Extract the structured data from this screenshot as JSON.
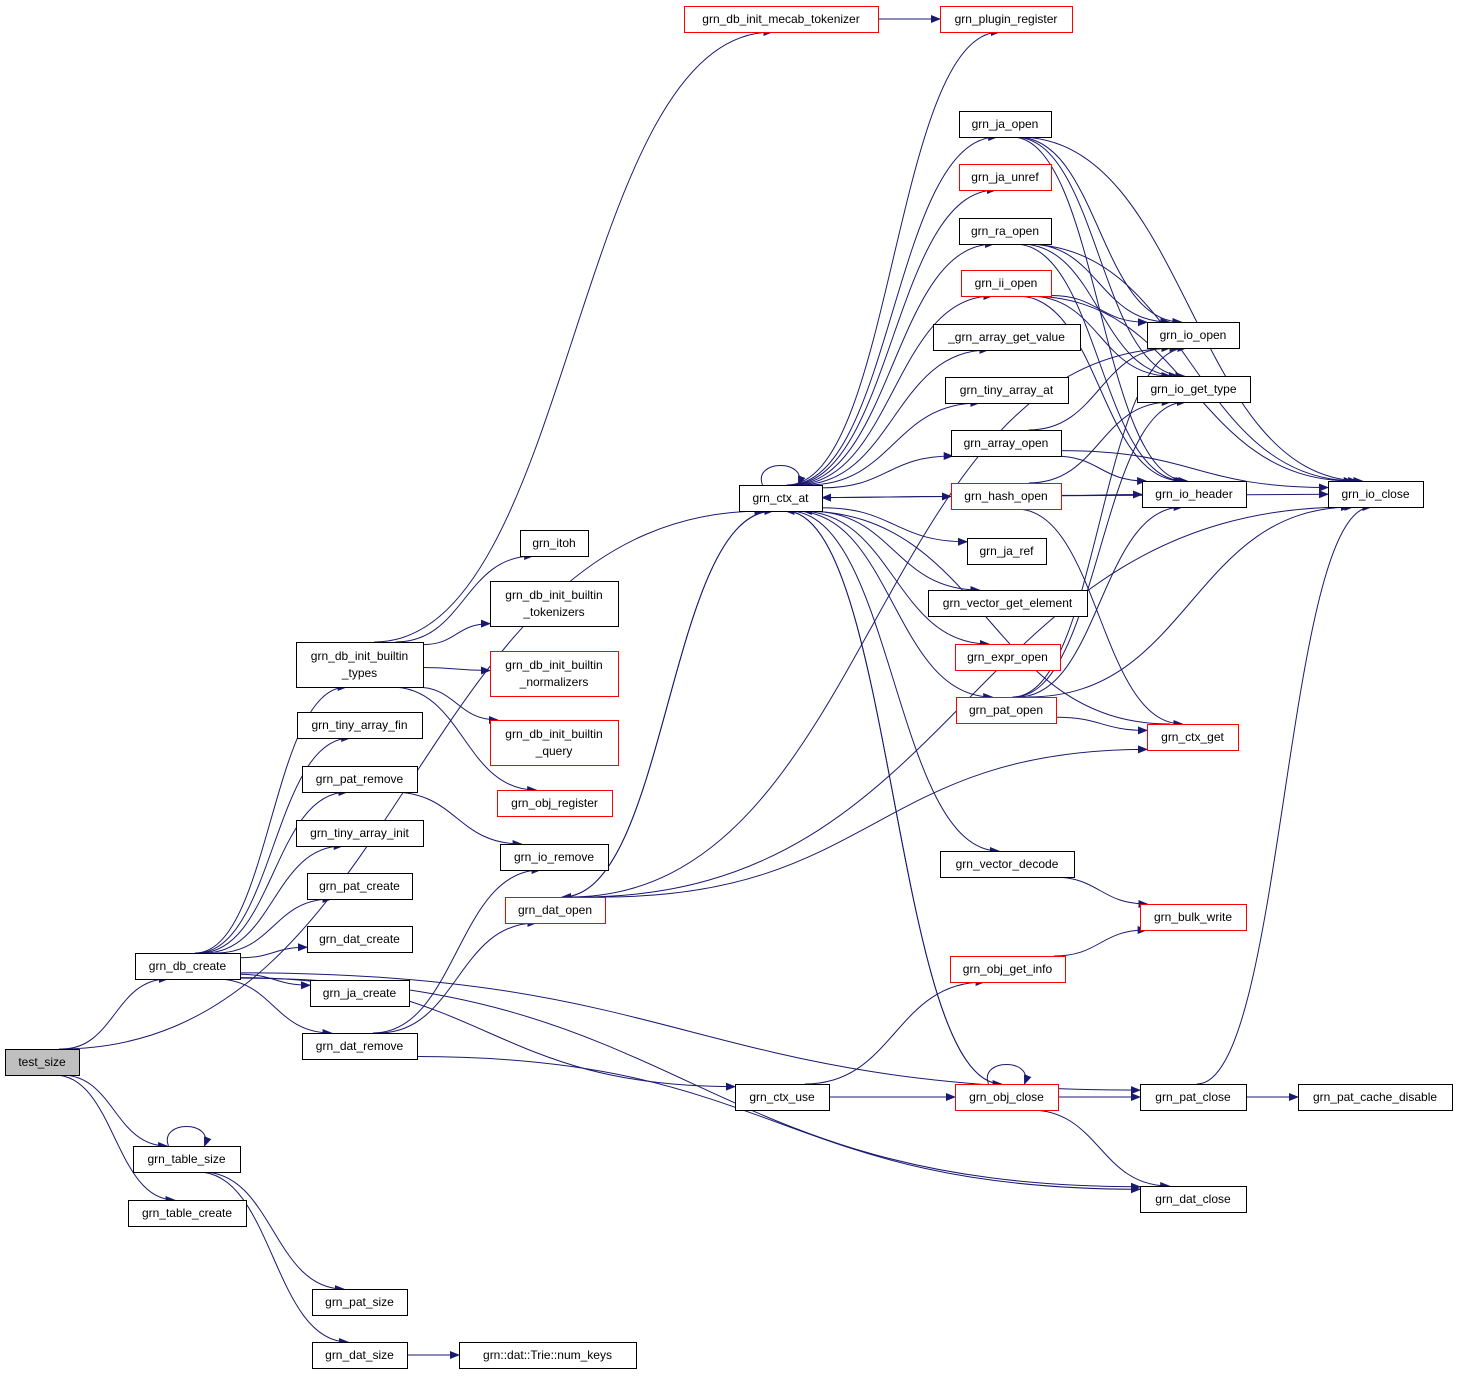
{
  "colors": {
    "edge": "#191970",
    "node_fill": "#ffffff",
    "node_border": "#000000",
    "node_border_undocumented": "#ff0000",
    "root_fill": "#bfbfbf"
  },
  "nodes": [
    {
      "id": "test_size",
      "lines": [
        "test_size"
      ],
      "style": "root"
    },
    {
      "id": "grn_db_create",
      "lines": [
        "grn_db_create"
      ],
      "style": "normal"
    },
    {
      "id": "grn_table_size",
      "lines": [
        "grn_table_size"
      ],
      "style": "normal"
    },
    {
      "id": "grn_table_create",
      "lines": [
        "grn_table_create"
      ],
      "style": "normal"
    },
    {
      "id": "grn_db_init_builtin_types",
      "lines": [
        "grn_db_init_builtin",
        "_types"
      ],
      "style": "normal"
    },
    {
      "id": "grn_tiny_array_fin",
      "lines": [
        "grn_tiny_array_fin"
      ],
      "style": "normal"
    },
    {
      "id": "grn_pat_remove",
      "lines": [
        "grn_pat_remove"
      ],
      "style": "normal"
    },
    {
      "id": "grn_tiny_array_init",
      "lines": [
        "grn_tiny_array_init"
      ],
      "style": "normal"
    },
    {
      "id": "grn_pat_create",
      "lines": [
        "grn_pat_create"
      ],
      "style": "normal"
    },
    {
      "id": "grn_dat_create",
      "lines": [
        "grn_dat_create"
      ],
      "style": "normal"
    },
    {
      "id": "grn_ja_create",
      "lines": [
        "grn_ja_create"
      ],
      "style": "normal"
    },
    {
      "id": "grn_dat_remove",
      "lines": [
        "grn_dat_remove"
      ],
      "style": "normal"
    },
    {
      "id": "grn_pat_size",
      "lines": [
        "grn_pat_size"
      ],
      "style": "normal"
    },
    {
      "id": "grn_dat_size",
      "lines": [
        "grn_dat_size"
      ],
      "style": "normal"
    },
    {
      "id": "grn_itoh",
      "lines": [
        "grn_itoh"
      ],
      "style": "normal"
    },
    {
      "id": "grn_db_init_builtin_tokenizers",
      "lines": [
        "grn_db_init_builtin",
        "_tokenizers"
      ],
      "style": "normal"
    },
    {
      "id": "grn_db_init_builtin_normalizers",
      "lines": [
        "grn_db_init_builtin",
        "_normalizers"
      ],
      "style": "red"
    },
    {
      "id": "grn_db_init_builtin_query",
      "lines": [
        "grn_db_init_builtin",
        "_query"
      ],
      "style": "red"
    },
    {
      "id": "grn_obj_register",
      "lines": [
        "grn_obj_register"
      ],
      "style": "red"
    },
    {
      "id": "grn_io_remove",
      "lines": [
        "grn_io_remove"
      ],
      "style": "normal"
    },
    {
      "id": "grn_dat_open",
      "lines": [
        "grn_dat_open"
      ],
      "style": "red"
    },
    {
      "id": "grn_db_init_mecab_tokenizer",
      "lines": [
        "grn_db_init_mecab_tokenizer"
      ],
      "style": "red"
    },
    {
      "id": "grn_plugin_register",
      "lines": [
        "grn_plugin_register"
      ],
      "style": "red"
    },
    {
      "id": "grn_ctx_at",
      "lines": [
        "grn_ctx_at"
      ],
      "style": "normal"
    },
    {
      "id": "grn_ja_open",
      "lines": [
        "grn_ja_open"
      ],
      "style": "normal"
    },
    {
      "id": "grn_ja_unref",
      "lines": [
        "grn_ja_unref"
      ],
      "style": "red"
    },
    {
      "id": "grn_ra_open",
      "lines": [
        "grn_ra_open"
      ],
      "style": "normal"
    },
    {
      "id": "grn_ii_open",
      "lines": [
        "grn_ii_open"
      ],
      "style": "red"
    },
    {
      "id": "_grn_array_get_value",
      "lines": [
        "_grn_array_get_value"
      ],
      "style": "normal"
    },
    {
      "id": "grn_tiny_array_at",
      "lines": [
        "grn_tiny_array_at"
      ],
      "style": "normal"
    },
    {
      "id": "grn_array_open",
      "lines": [
        "grn_array_open"
      ],
      "style": "normal"
    },
    {
      "id": "grn_hash_open",
      "lines": [
        "grn_hash_open"
      ],
      "style": "red"
    },
    {
      "id": "grn_ja_ref",
      "lines": [
        "grn_ja_ref"
      ],
      "style": "normal"
    },
    {
      "id": "grn_vector_get_element",
      "lines": [
        "grn_vector_get_element"
      ],
      "style": "normal"
    },
    {
      "id": "grn_expr_open",
      "lines": [
        "grn_expr_open"
      ],
      "style": "red"
    },
    {
      "id": "grn_pat_open",
      "lines": [
        "grn_pat_open"
      ],
      "style": "red"
    },
    {
      "id": "grn_vector_decode",
      "lines": [
        "grn_vector_decode"
      ],
      "style": "normal"
    },
    {
      "id": "grn_obj_get_info",
      "lines": [
        "grn_obj_get_info"
      ],
      "style": "red"
    },
    {
      "id": "grn_ctx_use",
      "lines": [
        "grn_ctx_use"
      ],
      "style": "normal"
    },
    {
      "id": "grn_obj_close",
      "lines": [
        "grn_obj_close"
      ],
      "style": "red"
    },
    {
      "id": "grn_io_open",
      "lines": [
        "grn_io_open"
      ],
      "style": "normal"
    },
    {
      "id": "grn_io_get_type",
      "lines": [
        "grn_io_get_type"
      ],
      "style": "normal"
    },
    {
      "id": "grn_io_header",
      "lines": [
        "grn_io_header"
      ],
      "style": "normal"
    },
    {
      "id": "grn_ctx_get",
      "lines": [
        "grn_ctx_get"
      ],
      "style": "red"
    },
    {
      "id": "grn_bulk_write",
      "lines": [
        "grn_bulk_write"
      ],
      "style": "red"
    },
    {
      "id": "grn_pat_close",
      "lines": [
        "grn_pat_close"
      ],
      "style": "normal"
    },
    {
      "id": "grn_dat_close",
      "lines": [
        "grn_dat_close"
      ],
      "style": "normal"
    },
    {
      "id": "grn_io_close",
      "lines": [
        "grn_io_close"
      ],
      "style": "normal"
    },
    {
      "id": "grn_pat_cache_disable",
      "lines": [
        "grn_pat_cache_disable"
      ],
      "style": "normal"
    },
    {
      "id": "grn_dat_trie_num_keys",
      "lines": [
        "grn::dat::Trie::num_keys"
      ],
      "style": "normal"
    }
  ],
  "edges": [
    [
      "test_size",
      "grn_db_create"
    ],
    [
      "test_size",
      "grn_table_size"
    ],
    [
      "test_size",
      "grn_table_create"
    ],
    [
      "test_size",
      "grn_ctx_at"
    ],
    [
      "grn_db_create",
      "grn_db_init_builtin_types"
    ],
    [
      "grn_db_create",
      "grn_tiny_array_fin"
    ],
    [
      "grn_db_create",
      "grn_pat_remove"
    ],
    [
      "grn_db_create",
      "grn_tiny_array_init"
    ],
    [
      "grn_db_create",
      "grn_pat_create"
    ],
    [
      "grn_db_create",
      "grn_dat_create"
    ],
    [
      "grn_db_create",
      "grn_ja_create"
    ],
    [
      "grn_db_create",
      "grn_dat_remove"
    ],
    [
      "grn_db_create",
      "grn_ctx_use"
    ],
    [
      "grn_db_create",
      "grn_pat_close"
    ],
    [
      "grn_db_create",
      "grn_dat_close"
    ],
    [
      "grn_table_size",
      "grn_table_size"
    ],
    [
      "grn_table_size",
      "grn_pat_size"
    ],
    [
      "grn_table_size",
      "grn_dat_size"
    ],
    [
      "grn_dat_size",
      "grn_dat_trie_num_keys"
    ],
    [
      "grn_db_init_builtin_types",
      "grn_itoh"
    ],
    [
      "grn_db_init_builtin_types",
      "grn_db_init_builtin_tokenizers"
    ],
    [
      "grn_db_init_builtin_types",
      "grn_db_init_builtin_normalizers"
    ],
    [
      "grn_db_init_builtin_types",
      "grn_db_init_builtin_query"
    ],
    [
      "grn_db_init_builtin_types",
      "grn_obj_register"
    ],
    [
      "grn_db_init_builtin_types",
      "grn_db_init_mecab_tokenizer"
    ],
    [
      "grn_db_init_mecab_tokenizer",
      "grn_plugin_register"
    ],
    [
      "grn_pat_remove",
      "grn_io_remove"
    ],
    [
      "grn_dat_remove",
      "grn_io_remove"
    ],
    [
      "grn_dat_remove",
      "grn_dat_open"
    ],
    [
      "grn_dat_remove",
      "grn_dat_close"
    ],
    [
      "grn_dat_open",
      "grn_ctx_at"
    ],
    [
      "grn_dat_open",
      "grn_io_open"
    ],
    [
      "grn_dat_open",
      "grn_ctx_get"
    ],
    [
      "grn_dat_open",
      "grn_io_close"
    ],
    [
      "grn_ctx_at",
      "grn_dat_open"
    ],
    [
      "grn_ctx_at",
      "grn_ctx_at"
    ],
    [
      "grn_ctx_at",
      "grn_plugin_register"
    ],
    [
      "grn_ctx_at",
      "grn_ja_open"
    ],
    [
      "grn_ctx_at",
      "grn_ja_unref"
    ],
    [
      "grn_ctx_at",
      "grn_ra_open"
    ],
    [
      "grn_ctx_at",
      "grn_ii_open"
    ],
    [
      "grn_ctx_at",
      "_grn_array_get_value"
    ],
    [
      "grn_ctx_at",
      "grn_tiny_array_at"
    ],
    [
      "grn_ctx_at",
      "grn_array_open"
    ],
    [
      "grn_ctx_at",
      "grn_hash_open"
    ],
    [
      "grn_ctx_at",
      "grn_ja_ref"
    ],
    [
      "grn_ctx_at",
      "grn_vector_get_element"
    ],
    [
      "grn_ctx_at",
      "grn_expr_open"
    ],
    [
      "grn_ctx_at",
      "grn_pat_open"
    ],
    [
      "grn_ctx_at",
      "grn_vector_decode"
    ],
    [
      "grn_ctx_at",
      "grn_obj_close"
    ],
    [
      "grn_ja_open",
      "grn_io_open"
    ],
    [
      "grn_ja_open",
      "grn_io_get_type"
    ],
    [
      "grn_ja_open",
      "grn_io_header"
    ],
    [
      "grn_ja_open",
      "grn_io_close"
    ],
    [
      "grn_ra_open",
      "grn_io_open"
    ],
    [
      "grn_ra_open",
      "grn_io_get_type"
    ],
    [
      "grn_ra_open",
      "grn_io_header"
    ],
    [
      "grn_ra_open",
      "grn_io_close"
    ],
    [
      "grn_ii_open",
      "grn_io_open"
    ],
    [
      "grn_ii_open",
      "grn_io_get_type"
    ],
    [
      "grn_ii_open",
      "grn_io_header"
    ],
    [
      "grn_ii_open",
      "grn_io_close"
    ],
    [
      "grn_array_open",
      "grn_io_open"
    ],
    [
      "grn_array_open",
      "grn_io_header"
    ],
    [
      "grn_array_open",
      "grn_io_close"
    ],
    [
      "grn_hash_open",
      "grn_ctx_at"
    ],
    [
      "grn_hash_open",
      "grn_io_get_type"
    ],
    [
      "grn_hash_open",
      "grn_io_header"
    ],
    [
      "grn_hash_open",
      "grn_io_close"
    ],
    [
      "grn_hash_open",
      "grn_ctx_get"
    ],
    [
      "grn_pat_open",
      "grn_io_open"
    ],
    [
      "grn_pat_open",
      "grn_io_get_type"
    ],
    [
      "grn_pat_open",
      "grn_io_header"
    ],
    [
      "grn_pat_open",
      "grn_io_close"
    ],
    [
      "grn_pat_open",
      "grn_ctx_get"
    ],
    [
      "grn_ctx_get",
      "grn_ctx_at"
    ],
    [
      "grn_vector_decode",
      "grn_bulk_write"
    ],
    [
      "grn_obj_get_info",
      "grn_bulk_write"
    ],
    [
      "grn_ctx_use",
      "grn_obj_get_info"
    ],
    [
      "grn_ctx_use",
      "grn_obj_close"
    ],
    [
      "grn_obj_close",
      "grn_obj_close"
    ],
    [
      "grn_obj_close",
      "grn_pat_close"
    ],
    [
      "grn_obj_close",
      "grn_dat_close"
    ],
    [
      "grn_obj_close",
      "grn_ctx_at"
    ],
    [
      "grn_pat_close",
      "grn_io_close"
    ],
    [
      "grn_pat_close",
      "grn_pat_cache_disable"
    ]
  ]
}
